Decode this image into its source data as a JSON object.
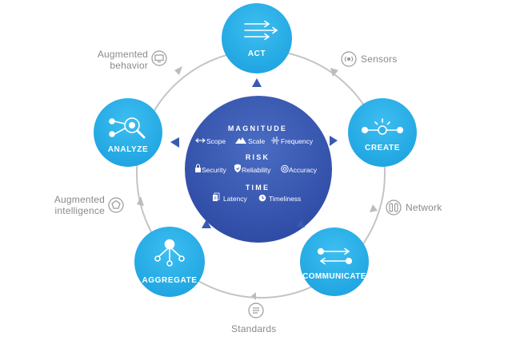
{
  "colors": {
    "node_fill": "#2fb1e6",
    "node_edge": "#1b9ad6",
    "center_top": "#3f61b8",
    "center_bottom": "#2f4da7",
    "ring": "#c4c4c4",
    "ring_arrow": "#bcbcbc",
    "inner_arrow": "#3a59b3",
    "label_gray": "#8a8a8a",
    "icon_gray": "#9a9a9a"
  },
  "nodes": [
    {
      "id": "act",
      "label": "ACT",
      "icon": "parallel-arrows-icon"
    },
    {
      "id": "create",
      "label": "CREATE",
      "icon": "node-burst-icon"
    },
    {
      "id": "communicate",
      "label": "COMMUNICATE",
      "icon": "bidirectional-arrows-icon"
    },
    {
      "id": "aggregate",
      "label": "AGGREGATE",
      "icon": "network-merge-icon"
    },
    {
      "id": "analyze",
      "label": "ANALYZE",
      "icon": "magnifier-graph-icon"
    }
  ],
  "connectors": [
    {
      "id": "sensors",
      "lines": [
        "Sensors"
      ],
      "icon": "sensor-waves-icon"
    },
    {
      "id": "network",
      "lines": [
        "Network"
      ],
      "icon": "network-links-icon"
    },
    {
      "id": "standards",
      "lines": [
        "Standards"
      ],
      "icon": "checklist-icon"
    },
    {
      "id": "augmented-intelligence",
      "lines": [
        "Augmented",
        "intelligence"
      ],
      "icon": "neural-circle-icon"
    },
    {
      "id": "augmented-behavior",
      "lines": [
        "Augmented",
        "behavior"
      ],
      "icon": "monitor-icon"
    }
  ],
  "center": {
    "sections": [
      {
        "title": "MAGNITUDE",
        "items": [
          {
            "label": "Scope",
            "icon": "double-arrow-icon"
          },
          {
            "label": "Scale",
            "icon": "mountain-icon"
          },
          {
            "label": "Frequency",
            "icon": "waveform-icon"
          }
        ]
      },
      {
        "title": "RISK",
        "items": [
          {
            "label": "Security",
            "icon": "lock-icon"
          },
          {
            "label": "Reliability",
            "icon": "shield-icon"
          },
          {
            "label": "Accuracy",
            "icon": "target-icon"
          }
        ]
      },
      {
        "title": "TIME",
        "items": [
          {
            "label": "Latency",
            "icon": "document-icon"
          },
          {
            "label": "Timeliness",
            "icon": "clock-icon"
          }
        ]
      }
    ]
  }
}
